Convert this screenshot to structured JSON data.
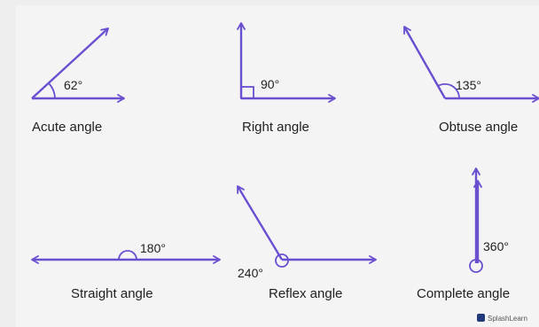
{
  "angles": [
    {
      "caption": "Acute angle",
      "degrees": "62°"
    },
    {
      "caption": "Right angle",
      "degrees": "90°"
    },
    {
      "caption": "Obtuse angle",
      "degrees": "135°"
    },
    {
      "caption": "Straight angle",
      "degrees": "180°"
    },
    {
      "caption": "Reflex angle",
      "degrees": "240°"
    },
    {
      "caption": "Complete angle",
      "degrees": "360°"
    }
  ],
  "logo": {
    "text": "SplashLearn"
  },
  "colors": {
    "line": "#6b4fd1",
    "text": "#222222"
  }
}
